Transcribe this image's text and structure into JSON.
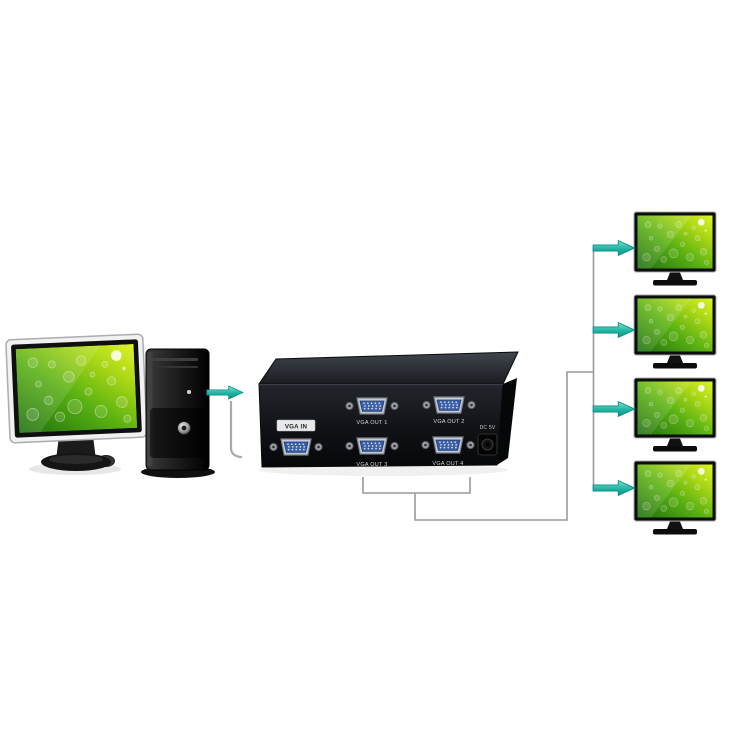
{
  "scene": {
    "output_display_count": 4,
    "arrow_count": 5
  },
  "splitter": {
    "labels": {
      "vga_in": "VGA IN",
      "vga_out_1": "VGA OUT 1",
      "vga_out_2": "VGA OUT 2",
      "vga_out_3": "VGA OUT 3",
      "vga_out_4": "VGA OUT 4",
      "dc_power": "DC 5V"
    }
  },
  "colors": {
    "background": "#ffffff",
    "arrow_fill": "#2fc4b2",
    "arrow_stroke": "#0d8e81",
    "connector_line": "#9a9a9a",
    "cable_line": "#a9a9a9",
    "splitter_body": "#17191d",
    "vga_connector_blue": "#3b5ea7",
    "wallpaper_green_dark": "#1c6e0c",
    "wallpaper_green_light": "#ddf32a"
  }
}
